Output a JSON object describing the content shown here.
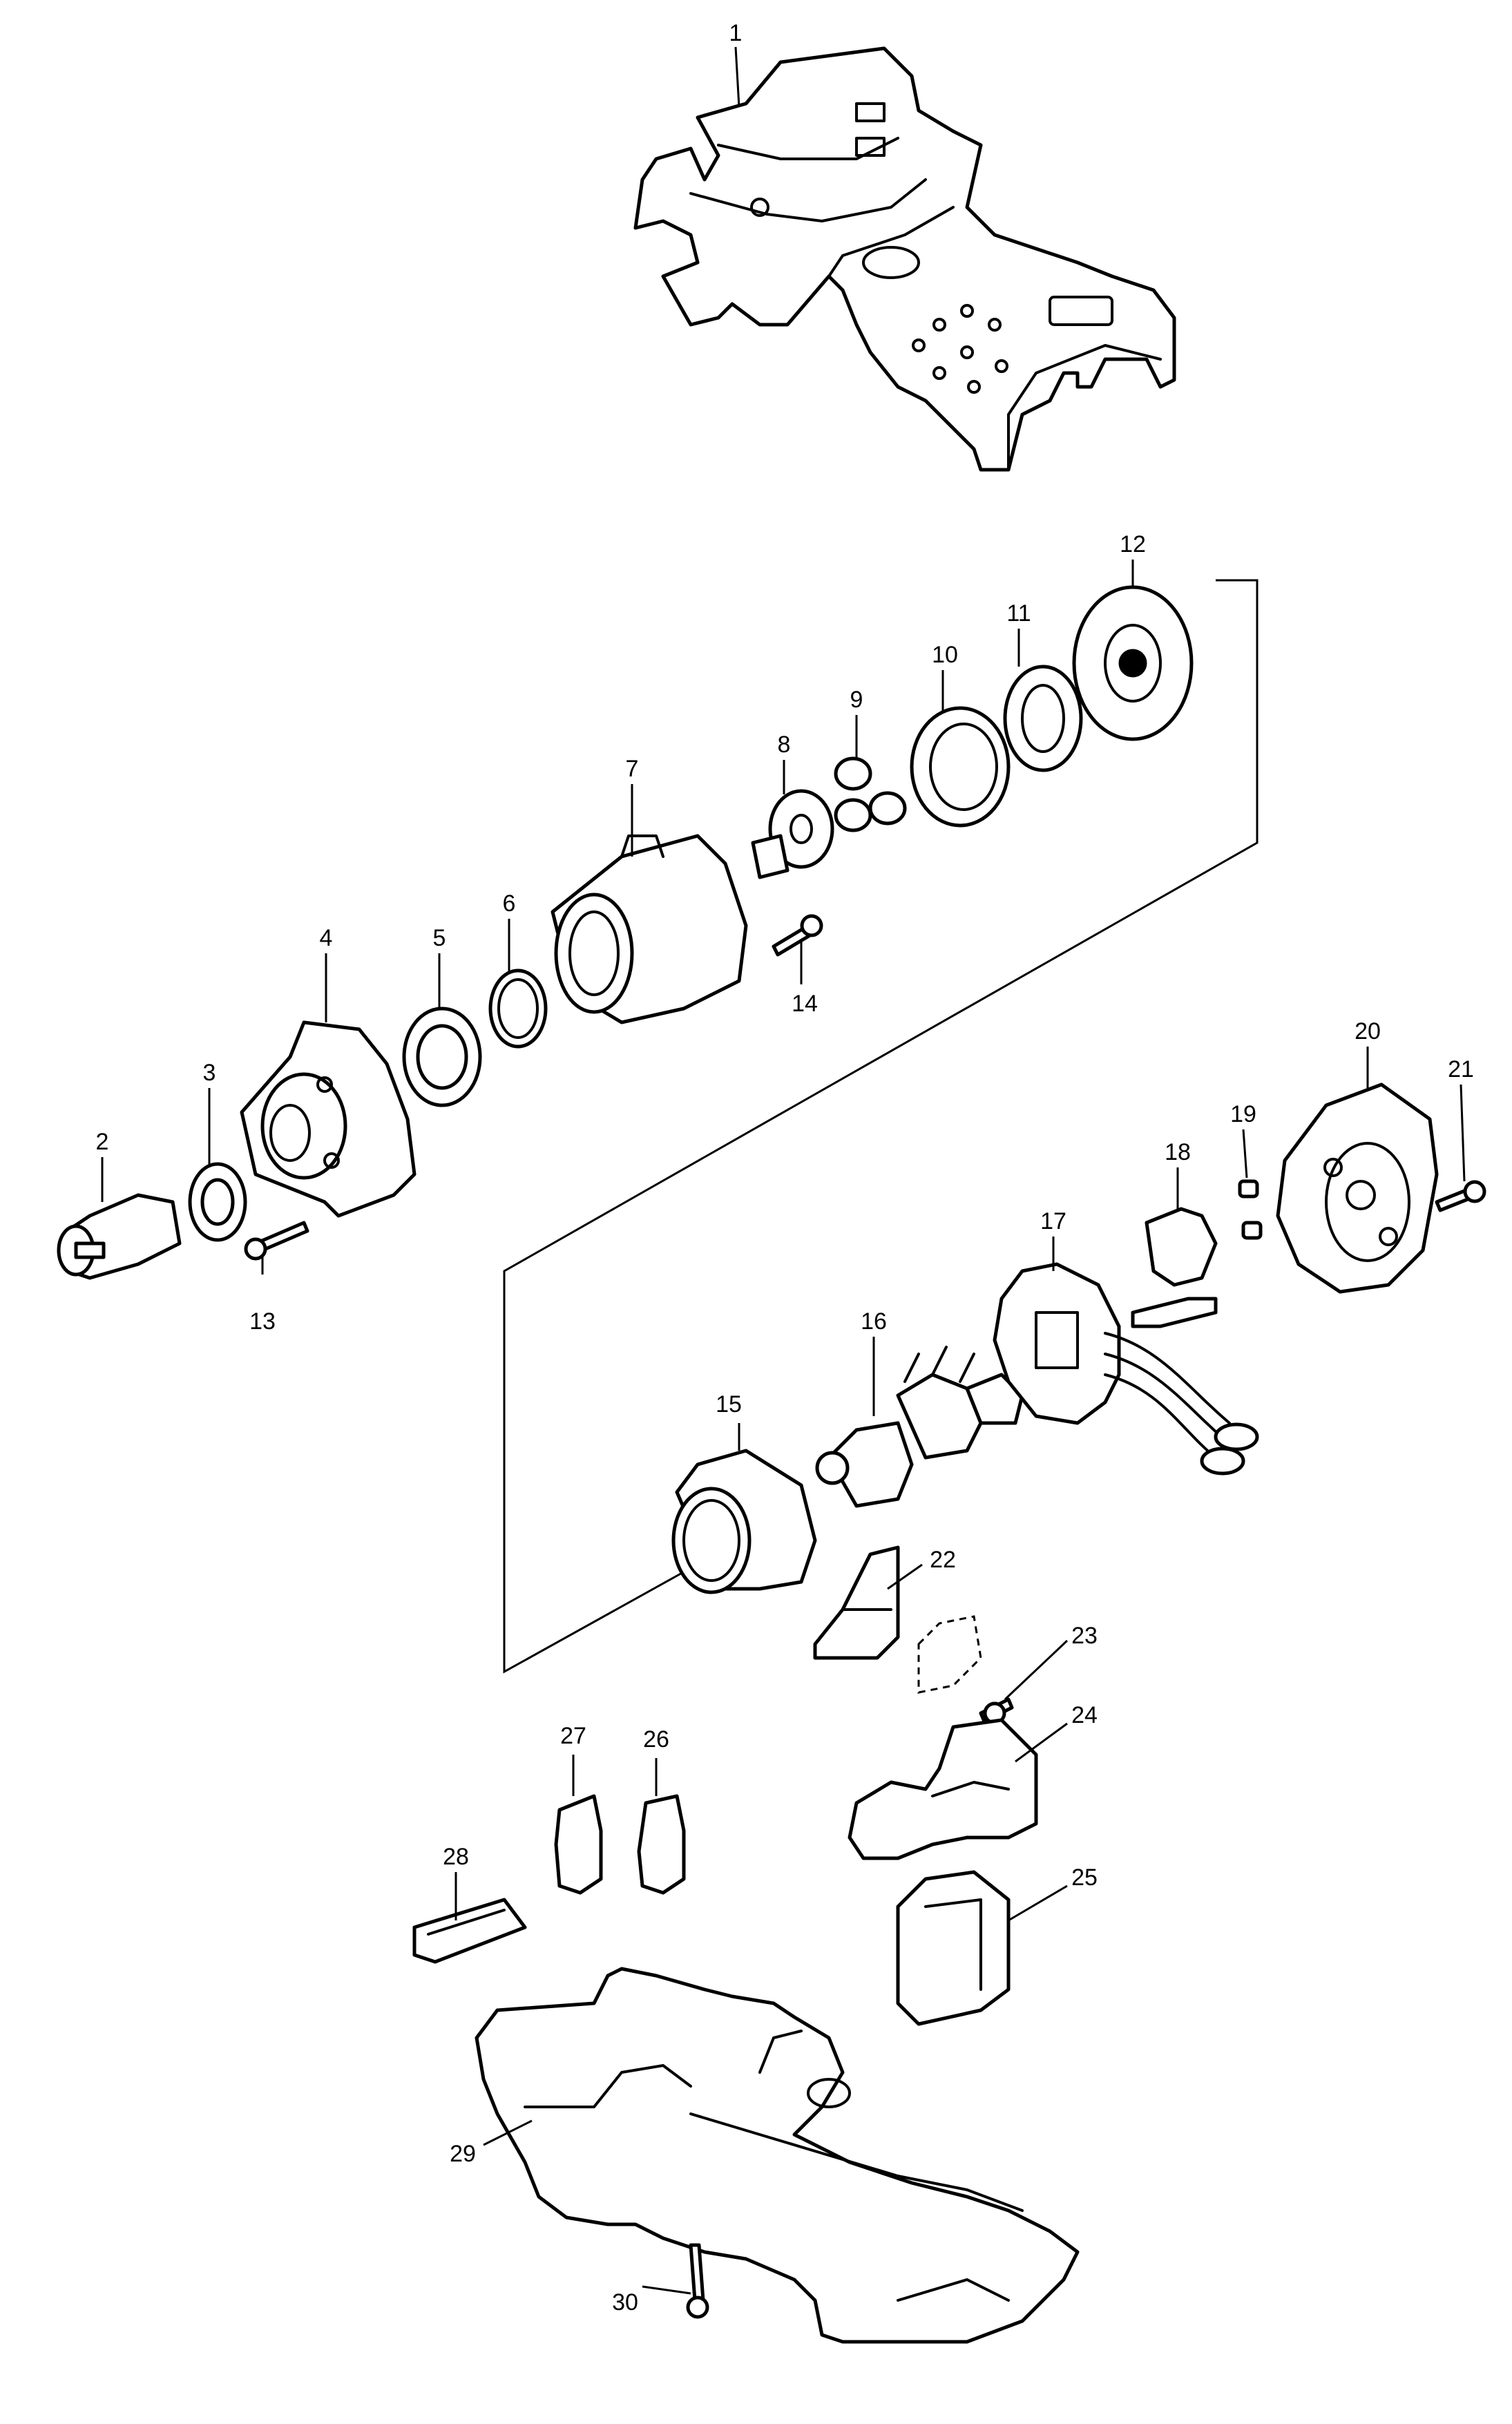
{
  "callouts": [
    "1",
    "2",
    "3",
    "4",
    "5",
    "6",
    "7",
    "8",
    "9",
    "10",
    "11",
    "12",
    "13",
    "14",
    "15",
    "16",
    "17",
    "18",
    "19",
    "20",
    "21",
    "22",
    "23",
    "24",
    "25",
    "26",
    "27",
    "28",
    "29",
    "30"
  ]
}
